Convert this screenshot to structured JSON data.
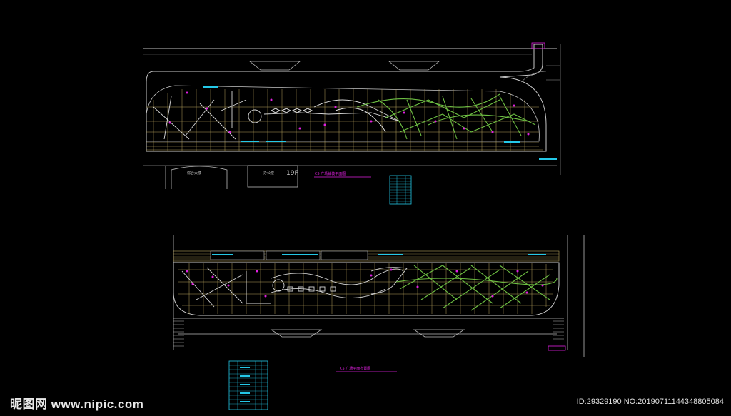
{
  "labels": {
    "floor_tag": "19F",
    "plan1_title": "C5 广场铺装平面图",
    "plan2_title": "C5 广场平面布置图",
    "building_a": "综合大楼",
    "building_b": "办公楼"
  },
  "watermark": {
    "site": "昵图网 www.nipic.com",
    "id_line": "ID:29329190 NO:20190711144348805084"
  },
  "colors": {
    "background": "#000000",
    "outline": "#c8c8c8",
    "grid": "#c8b36a",
    "path": "#d6d6d6",
    "green": "#7cc84a",
    "magenta": "#e020e0",
    "cyan": "#24c8e8",
    "dim": "#6a6a6a"
  }
}
